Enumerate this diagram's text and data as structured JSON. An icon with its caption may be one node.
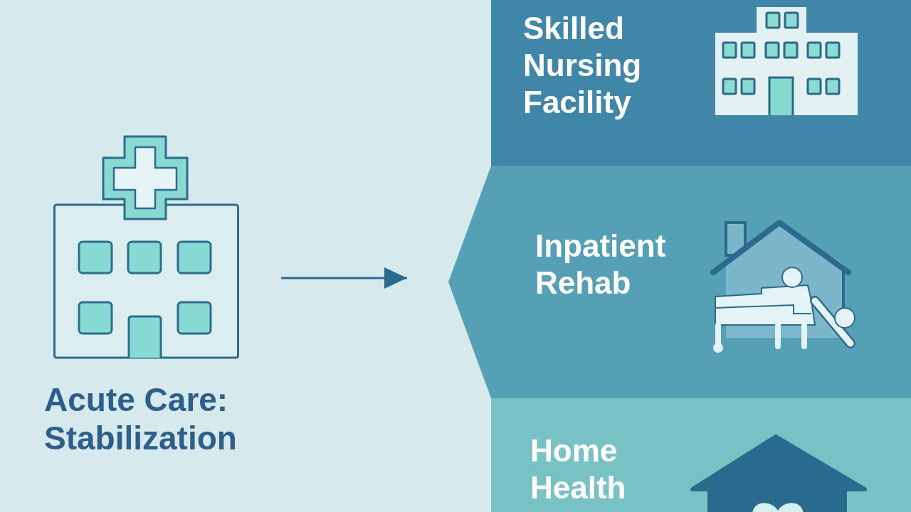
{
  "diagram": {
    "nodes": [
      {
        "text": [
          "Acute Care: Stabilization"
        ]
      },
      {
        "text": [
          "Skilled Nursing Facility"
        ]
      },
      {
        "text": [
          "Inpatient Rehab"
        ]
      },
      {
        "text": [
          "Home Health"
        ]
      }
    ],
    "edges": [
      {
        "from": 0,
        "to": 2,
        "arrow": "to"
      }
    ]
  }
}
